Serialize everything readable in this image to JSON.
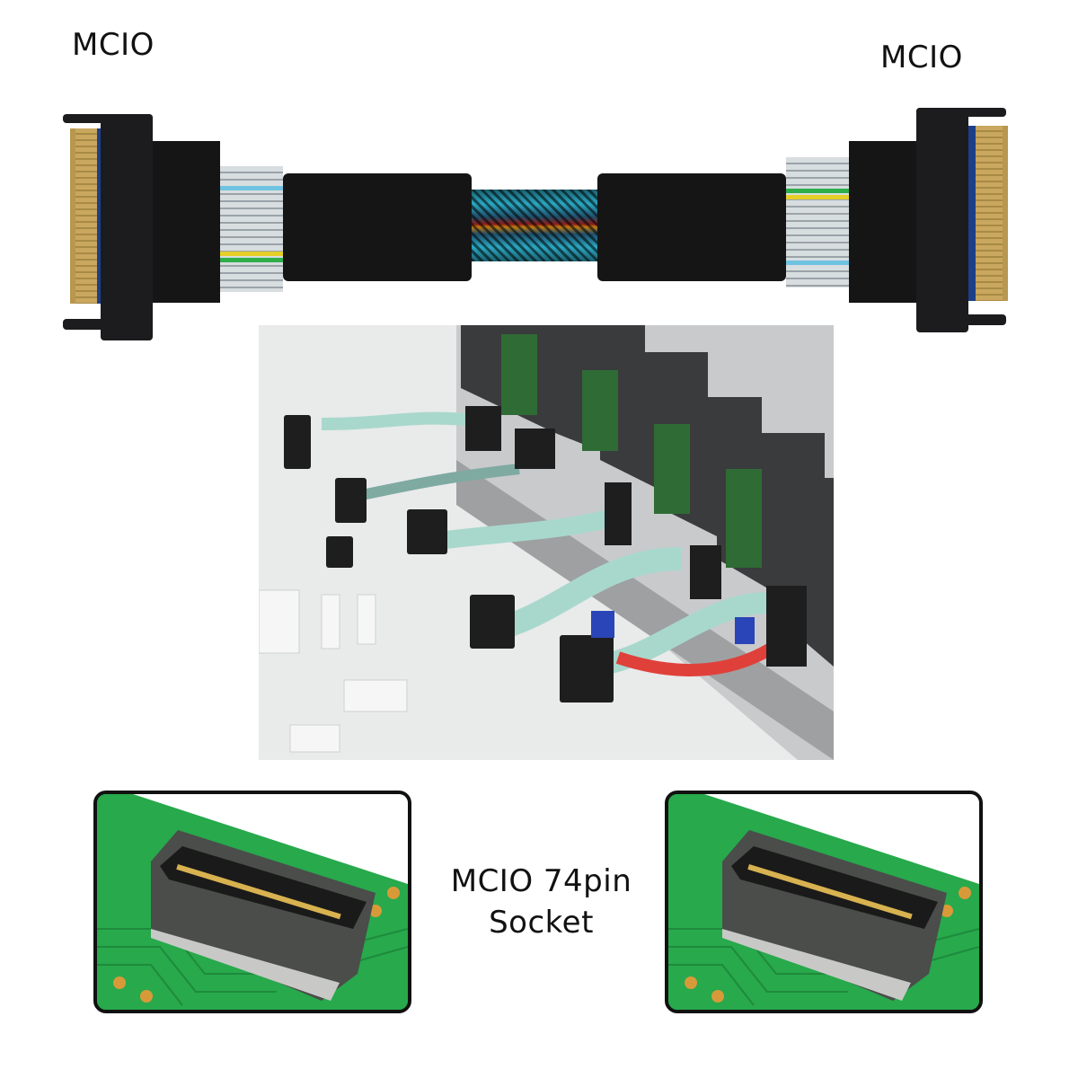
{
  "labels": {
    "connector_left": "MCIO",
    "connector_right": "MCIO",
    "socket_line1": "MCIO 74pin",
    "socket_line2": "Socket"
  },
  "images": {
    "cable": "mcio-to-mcio-cable-photo",
    "application_scene": "server-motherboard-cable-application-render",
    "socket_left": "mcio-74pin-socket-photo",
    "socket_right": "mcio-74pin-socket-photo"
  },
  "colors": {
    "background": "#ffffff",
    "connector_black": "#1c1c1e",
    "contact_gold": "#c9a75f",
    "pcb_green": "#24a84a",
    "braid_teal": "#2aa7c0",
    "ribbon_mint": "#a8d8cc",
    "scene_gray": "#e9eaea"
  }
}
